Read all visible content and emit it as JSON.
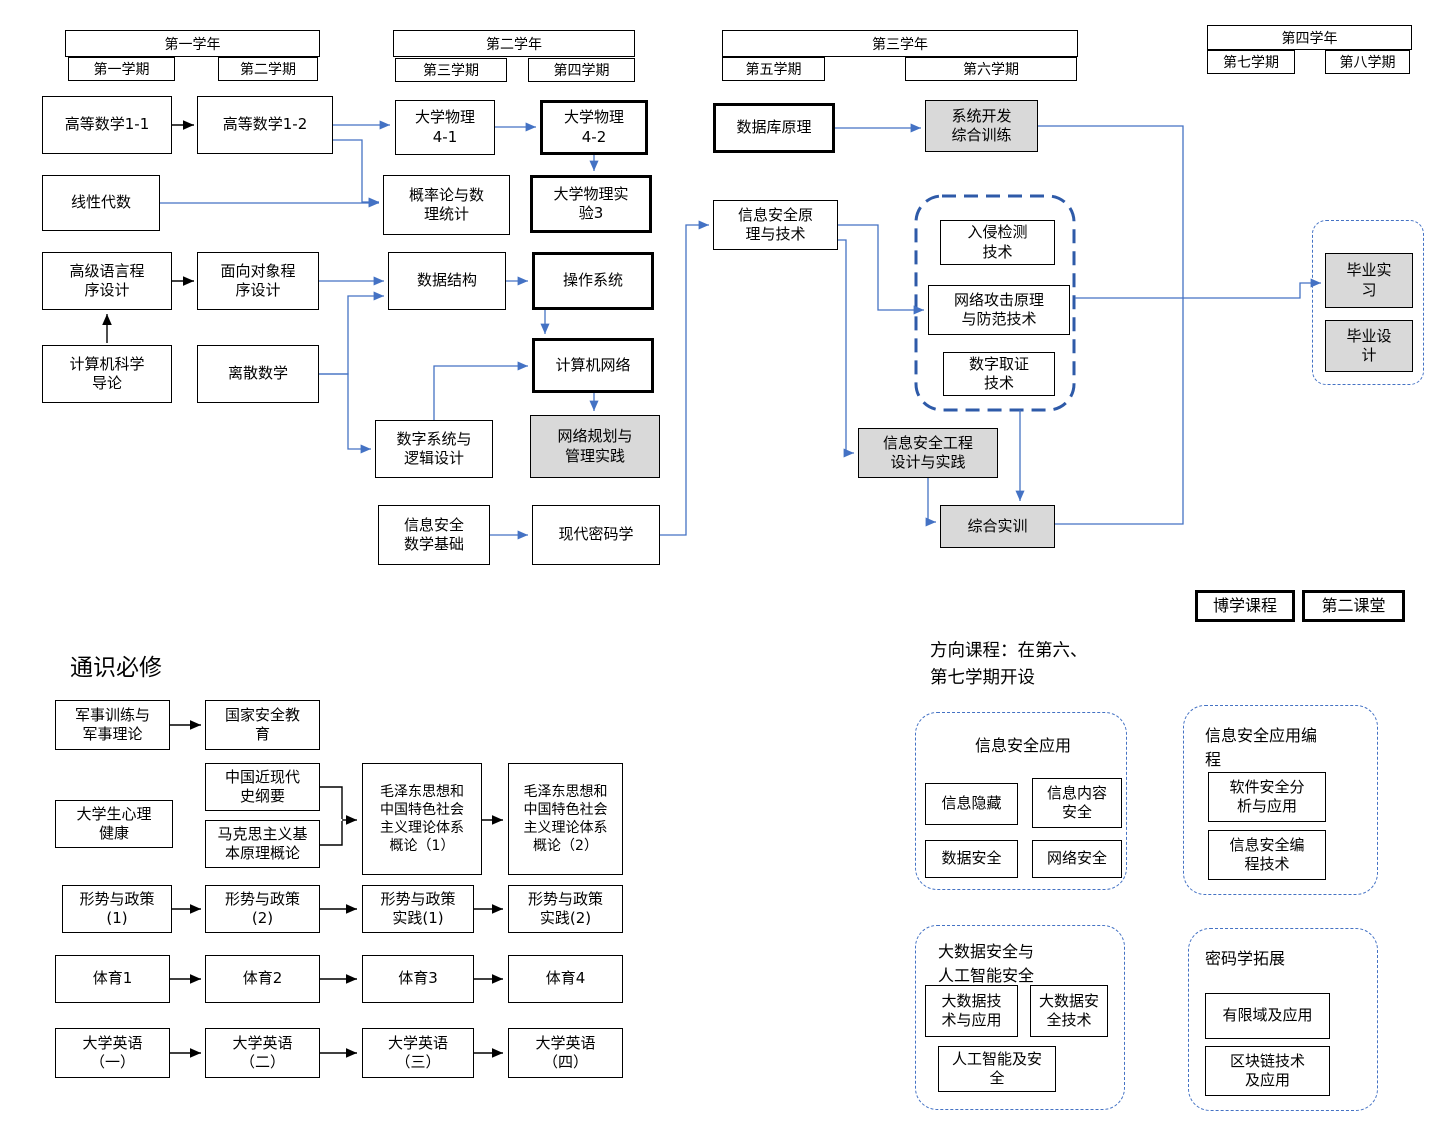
{
  "years": [
    {
      "label": "第一学年",
      "sem1": "第一学期",
      "sem2": "第二学期"
    },
    {
      "label": "第二学年",
      "sem1": "第三学期",
      "sem2": "第四学期"
    },
    {
      "label": "第三学年",
      "sem1": "第五学期",
      "sem2": "第六学期"
    },
    {
      "label": "第四学年",
      "sem1": "第七学期",
      "sem2": "第八学期"
    }
  ],
  "courses": {
    "math11": "高等数学1-1",
    "math12": "高等数学1-2",
    "linear": "线性代数",
    "hll": "高级语言程\n序设计",
    "cs_intro": "计算机科学\n导论",
    "oop": "面向对象程\n序设计",
    "discrete": "离散数学",
    "phys41": "大学物理\n4-1",
    "prob": "概率论与数\n理统计",
    "ds": "数据结构",
    "digital": "数字系统与\n逻辑设计",
    "isec_math": "信息安全\n数学基础",
    "phys42": "大学物理\n4-2",
    "phys_lab": "大学物理实\n验3",
    "os": "操作系统",
    "net": "计算机网络",
    "netplan": "网络规划与\n管理实践",
    "crypto": "现代密码学",
    "db": "数据库原理",
    "isec_prin": "信息安全原\n理与技术",
    "sysdev": "系统开发\n综合训练",
    "intrusion": "入侵检测\n技术",
    "attack": "网络攻击原理\n与防范技术",
    "forensics": "数字取证\n技术",
    "isec_eng": "信息安全工程\n设计与实践",
    "training": "综合实训",
    "internship": "毕业实\n习",
    "grad_design": "毕业设\n计"
  },
  "legend": {
    "boxue": "博学课程",
    "second_class": "第二课堂"
  },
  "general": {
    "title": "通识必修",
    "military": "军事训练与\n军事理论",
    "national_security": "国家安全教\n育",
    "psych": "大学生心理\n健康",
    "history": "中国近现代\n史纲要",
    "marxism": "马克思主义基\n本原理概论",
    "mao1": "毛泽东思想和\n中国特色社会\n主义理论体系\n概论（1）",
    "mao2": "毛泽东思想和\n中国特色社会\n主义理论体系\n概论（2）",
    "policy1": "形势与政策\n(1)",
    "policy2": "形势与政策\n(2)",
    "policy_prac1": "形势与政策\n实践(1)",
    "policy_prac2": "形势与政策\n实践(2)",
    "pe1": "体育1",
    "pe2": "体育2",
    "pe3": "体育3",
    "pe4": "体育4",
    "eng1": "大学英语\n（一）",
    "eng2": "大学英语\n（二）",
    "eng3": "大学英语\n（三）",
    "eng4": "大学英语\n（四）"
  },
  "direction": {
    "note": "方向课程：在第六、\n第七学期开设",
    "groups": [
      {
        "title": "信息安全应用",
        "items": [
          "信息隐藏",
          "信息内容\n安全",
          "数据安全",
          "网络安全"
        ]
      },
      {
        "title": "信息安全应用编\n程",
        "items": [
          "软件安全分\n析与应用",
          "信息安全编\n程技术"
        ]
      },
      {
        "title": "大数据安全与\n人工智能安全",
        "items": [
          "大数据技\n术与应用",
          "大数据安\n全技术",
          "人工智能及安\n全"
        ]
      },
      {
        "title": "密码学拓展",
        "items": [
          "有限域及应用",
          "区块链技术\n及应用"
        ]
      }
    ]
  },
  "colors": {
    "line_blue": "#4472c4",
    "dash_blue": "#2e5aa8",
    "box_gray": "#d9d9d9",
    "line_black": "#000000"
  }
}
